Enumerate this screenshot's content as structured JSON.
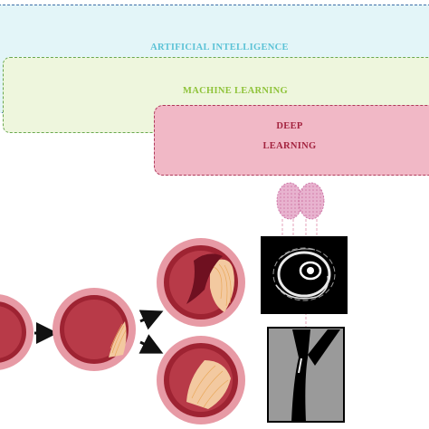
{
  "layers": {
    "ai": {
      "label": "ARTIFICIAL INTELLIGENCE",
      "color": "#5bc2d6"
    },
    "ml": {
      "label": "MACHINE LEARNING",
      "color": "#8fc33a"
    },
    "dl": {
      "label_line1": "DEEP",
      "label_line2": "LEARNING",
      "color": "#a3233f"
    }
  },
  "colors": {
    "vessel_outer": "#e79aa5",
    "vessel_wall": "#9e2332",
    "vessel_lumen": "#b83a48",
    "plaque": "#f3c9a0",
    "brain": "#e3a8c8"
  },
  "icons": [
    "brain-icon",
    "ivus-image",
    "angiogram-image",
    "arrow-icon"
  ]
}
